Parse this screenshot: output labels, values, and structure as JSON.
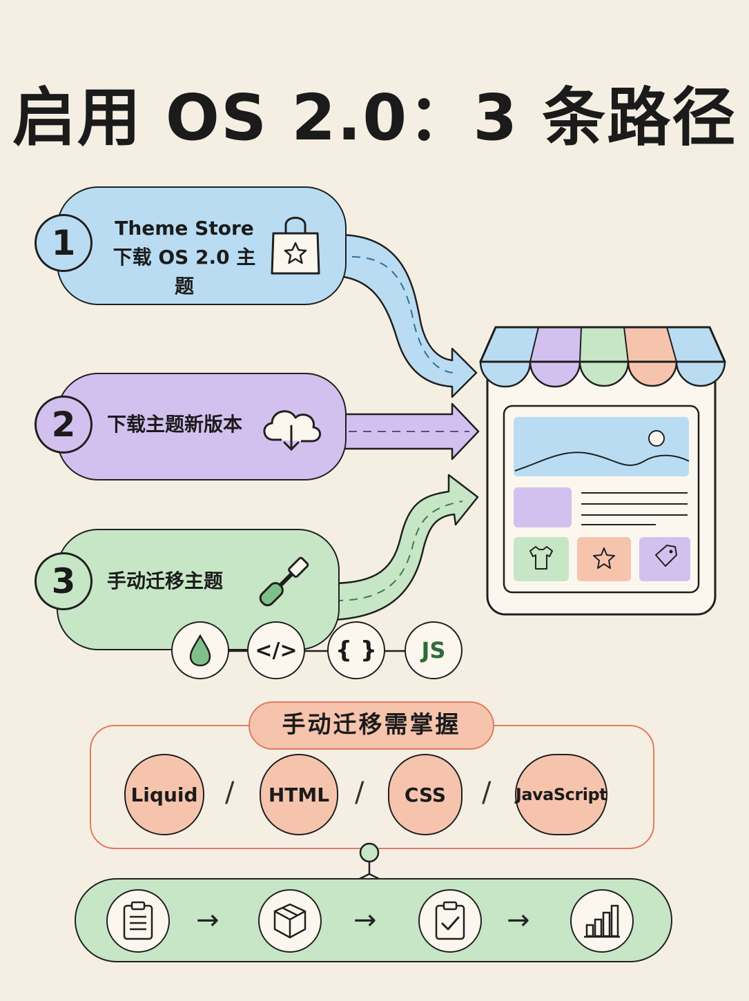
{
  "title": "启用 OS 2.0：3 条路径",
  "paths": [
    {
      "number": "1",
      "line1": "Theme Store",
      "line2": "下载 OS 2.0 主题",
      "icon": "shopping-bag-star-icon",
      "color": "#b9dcf2"
    },
    {
      "number": "2",
      "line1": "下载主题新版本",
      "icon": "cloud-download-icon",
      "color": "#d2c1ef"
    },
    {
      "number": "3",
      "line1": "手动迁移主题",
      "icon": "screwdriver-icon",
      "color": "#c6e6c6"
    }
  ],
  "tech_icons": [
    {
      "icon": "liquid-drop-icon"
    },
    {
      "icon": "html-code-icon",
      "label": "</>"
    },
    {
      "icon": "css-braces-icon",
      "label": "{ }"
    },
    {
      "icon": "js-icon",
      "label": "JS"
    }
  ],
  "skills": {
    "heading": "手动迁移需掌握",
    "items": [
      "Liquid",
      "HTML",
      "CSS",
      "JavaScript"
    ],
    "separator": "/",
    "color": "#f6c4ad"
  },
  "workflow": {
    "steps": [
      {
        "icon": "clipboard-list-icon"
      },
      {
        "icon": "package-box-icon"
      },
      {
        "icon": "clipboard-check-icon"
      },
      {
        "icon": "bar-chart-icon"
      }
    ],
    "arrow": "→",
    "color": "#c6e6c6"
  },
  "storefront": {
    "icon": "storefront-icon",
    "awning_colors": [
      "#b9dcf2",
      "#d2c1ef",
      "#c6e6c6",
      "#f6c4ad",
      "#b9dcf2"
    ]
  }
}
